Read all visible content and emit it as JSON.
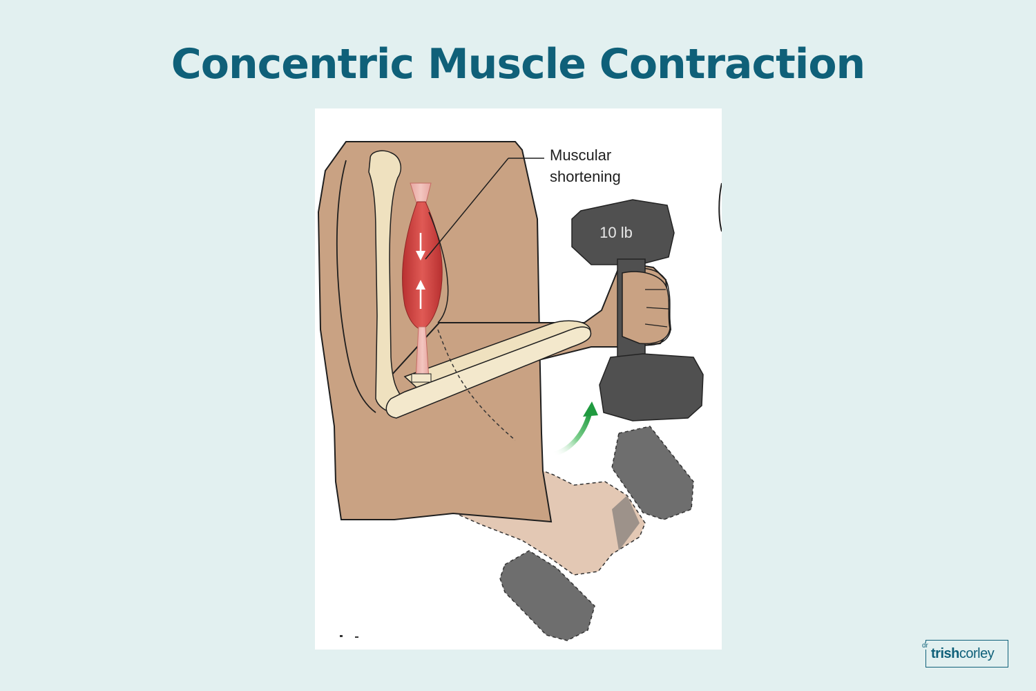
{
  "header": {
    "title": "Concentric Muscle Contraction"
  },
  "figure": {
    "muscle_label_line1": "Muscular",
    "muscle_label_line2": "shortening",
    "weight_label": "10 lb"
  },
  "logo": {
    "prefix": "dr",
    "name_bold": "trish",
    "name_regular": "corley"
  },
  "colors": {
    "title": "#0f6079",
    "background": "#e2f0f0",
    "skin": "#c9a283",
    "skin_ghost": "#e3c8b4",
    "bone": "#efe1bf",
    "muscle": "#d64545",
    "dumbbell": "#505050",
    "dumbbell_ghost": "#6e6e6e",
    "arrow_motion": "#2fa84f"
  }
}
